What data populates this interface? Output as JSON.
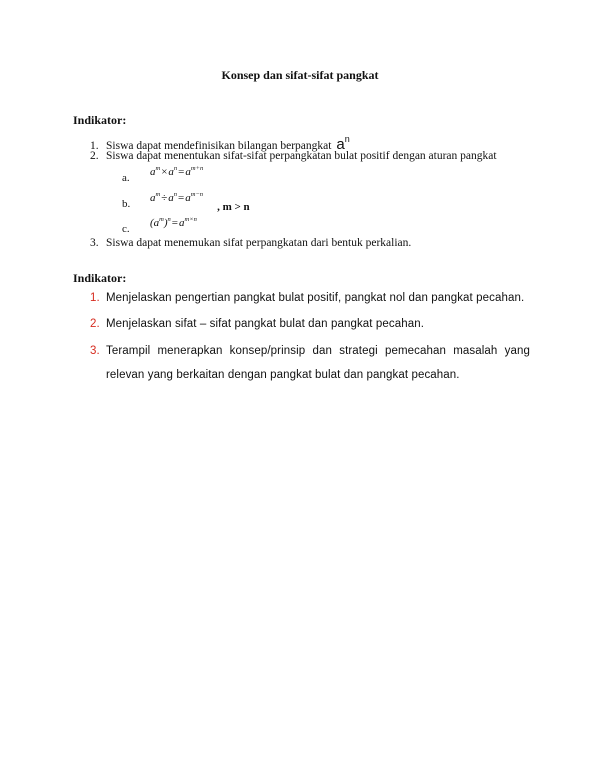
{
  "title": "Konsep dan sifat-sifat pangkat",
  "section1": {
    "heading": "Indikator:",
    "items": [
      {
        "num": "1.",
        "text": "Siswa dapat mendefinisikan bilangan berpangkat",
        "symbol_base": "a",
        "symbol_exp": "n"
      },
      {
        "num": "2.",
        "text": "Siswa dapat menentukan sifat-sifat perpangkatan bulat positif dengan aturan pangkat"
      },
      {
        "num": "3.",
        "text": "Siswa dapat menemukan sifat perpangkatan dari bentuk perkalian."
      }
    ],
    "subitems": [
      {
        "letter": "a.",
        "parts": [
          "a",
          "m",
          "×",
          "a",
          "n",
          "=",
          "a",
          "m+n"
        ]
      },
      {
        "letter": "b.",
        "parts": [
          "a",
          "m",
          "÷",
          "a",
          "n",
          "=",
          "a",
          "m−n"
        ],
        "condition": ", m > n"
      },
      {
        "letter": "c.",
        "parts": [
          "(a",
          "m",
          ")",
          "n",
          "=",
          "a",
          "m×n"
        ]
      }
    ]
  },
  "section2": {
    "heading": "Indikator:",
    "items": [
      {
        "num": "1.",
        "text": "Menjelaskan pengertian pangkat bulat positif, pangkat nol dan pangkat pecahan."
      },
      {
        "num": "2.",
        "text": "Menjelaskan sifat – sifat pangkat bulat dan pangkat pecahan."
      },
      {
        "num": "3.",
        "text": "Terampil menerapkan konsep/prinsip dan strategi pemecahan masalah yang relevan yang berkaitan dengan pangkat bulat dan pangkat pecahan."
      }
    ]
  },
  "colors": {
    "text": "#111111",
    "number_accent": "#d62b1f",
    "background": "#ffffff"
  }
}
